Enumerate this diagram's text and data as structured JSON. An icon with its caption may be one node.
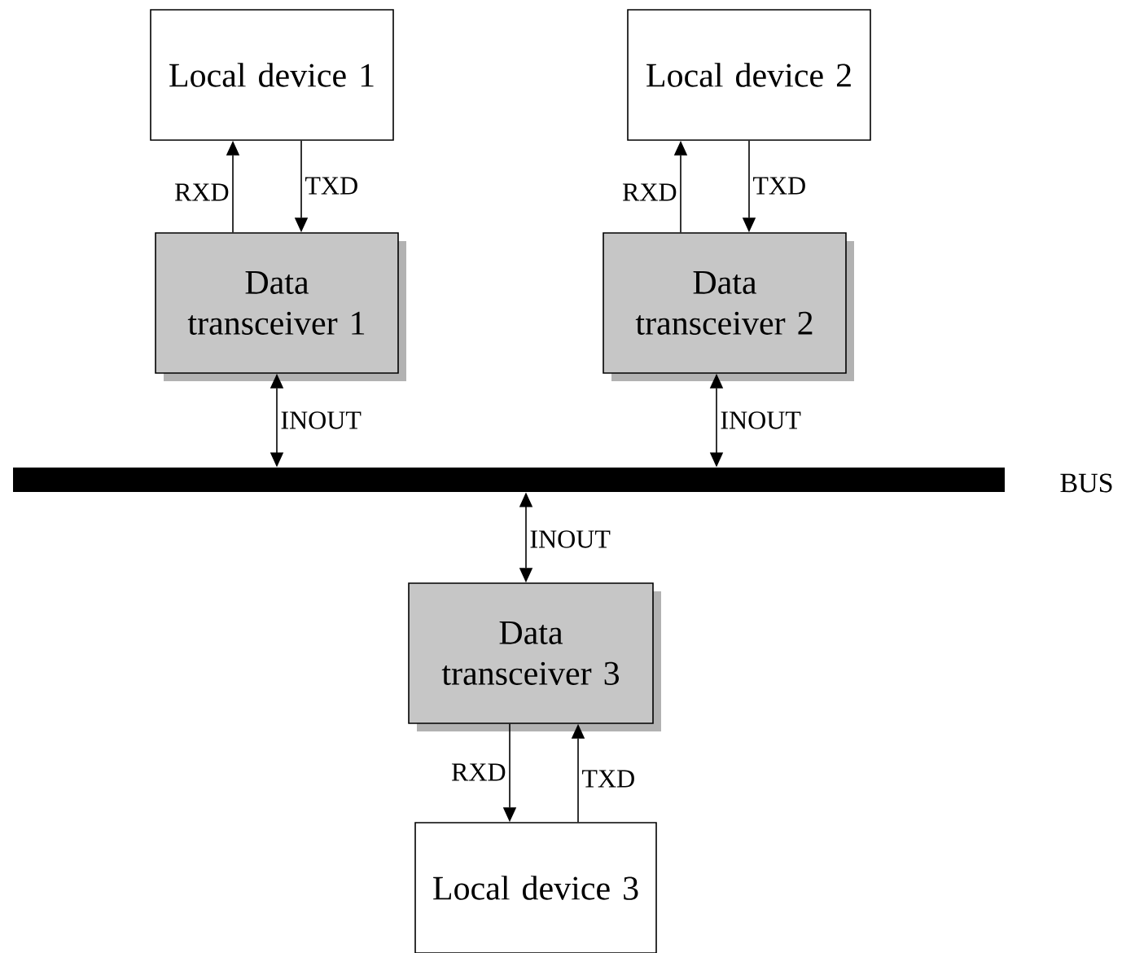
{
  "diagram": {
    "nodes": [
      {
        "text": [
          "Local device 1"
        ]
      },
      {
        "text": [
          "Local device 2"
        ]
      },
      {
        "text": [
          "Data transceiver 1"
        ]
      },
      {
        "text": [
          "Data transceiver 2"
        ]
      },
      {
        "text": [
          "BUS"
        ]
      },
      {
        "text": [
          "Data transceiver 3"
        ]
      },
      {
        "text": [
          "Local device 3"
        ]
      }
    ],
    "edges": [
      {
        "from": 2,
        "to": 0,
        "arrow": "to",
        "label": "RXD"
      },
      {
        "from": 0,
        "to": 2,
        "arrow": "to",
        "label": "TXD"
      },
      {
        "from": 3,
        "to": 1,
        "arrow": "to",
        "label": "RXD"
      },
      {
        "from": 1,
        "to": 3,
        "arrow": "to",
        "label": "TXD"
      },
      {
        "from": 2,
        "to": 4,
        "arrow": "both",
        "label": "INOUT"
      },
      {
        "from": 3,
        "to": 4,
        "arrow": "both",
        "label": "INOUT"
      },
      {
        "from": 4,
        "to": 5,
        "arrow": "both",
        "label": "INOUT"
      },
      {
        "from": 5,
        "to": 6,
        "arrow": "to",
        "label": "RXD"
      },
      {
        "from": 6,
        "to": 5,
        "arrow": "to",
        "label": "TXD"
      }
    ]
  }
}
